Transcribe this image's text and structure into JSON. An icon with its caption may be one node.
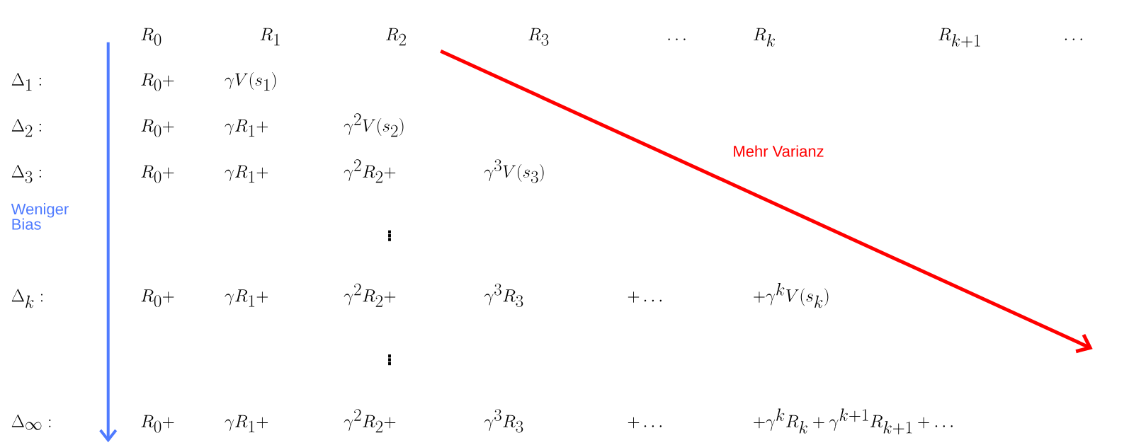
{
  "diagram": {
    "labels": [
      "R_0",
      "R_1",
      "R_2",
      "R_3",
      "\\dots",
      "R_k",
      "R_{k+1}",
      "\\dots",
      "\\Delta_1 :",
      "R_0+",
      "\\gamma V(s_1)",
      "\\Delta_2 :",
      "R_0+",
      "\\gamma R_1+",
      "\\gamma^2 V(s_2)",
      "Mehr Varianz",
      "\\Delta_3 :",
      "R_0+",
      "\\gamma R_1+",
      "\\gamma^2 R_2+",
      "\\gamma^3 V(s_3)",
      "Weniger Bias",
      "\\vdots",
      "\\Delta_k :",
      "R_0+",
      "\\gamma R_1+",
      "\\gamma^2 R_2+",
      "\\gamma^3 R_3",
      "+\\dots",
      "+\\gamma^k V(s_k)",
      "\\vdots",
      "\\Delta_\\infty :",
      "R_0+",
      "\\gamma R_1+",
      "\\gamma^2 R_2+",
      "\\gamma^3 R_3",
      "+\\dots",
      "+\\gamma^k R_k+\\gamma^{k+1} R_{k+1}+\\dots"
    ]
  }
}
